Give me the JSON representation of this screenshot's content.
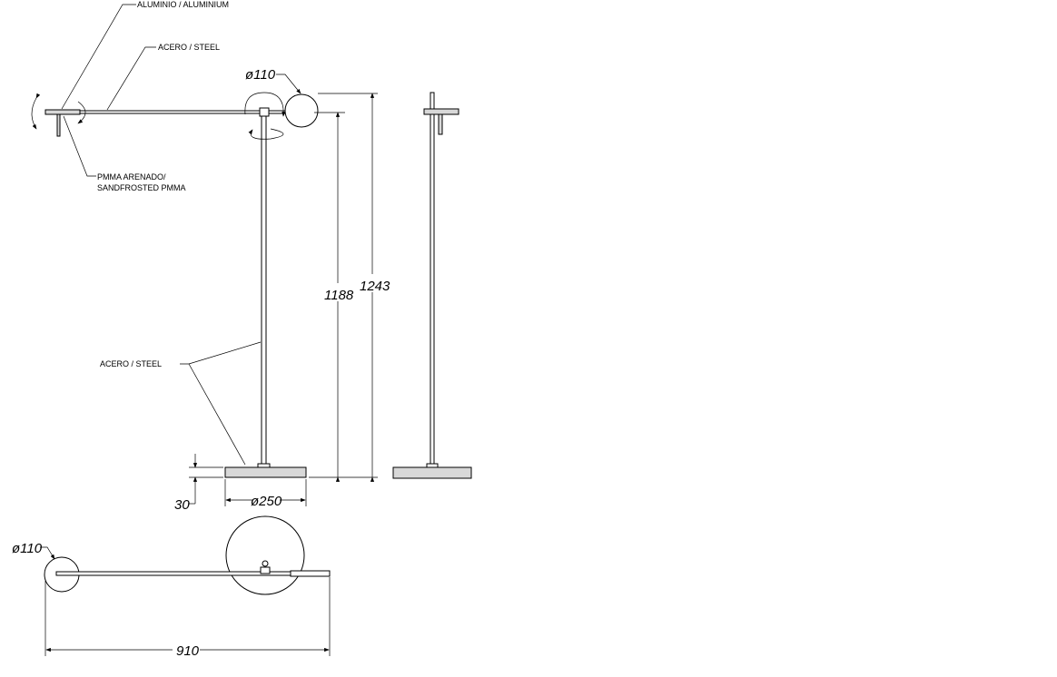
{
  "labels": {
    "aluminium": "ALUMINIO / ALUMINIUM",
    "steel_arm": "ACERO / STEEL",
    "pmma_line1": "PMMA ARENADO/",
    "pmma_line2": "SANDFROSTED PMMA",
    "steel_pole": "ACERO / STEEL"
  },
  "dimensions": {
    "head_diameter_front": "ø110",
    "height_arm": "1188",
    "height_total": "1243",
    "base_thickness": "30",
    "base_diameter": "ø250",
    "head_diameter_top": "ø110",
    "total_length": "910"
  }
}
